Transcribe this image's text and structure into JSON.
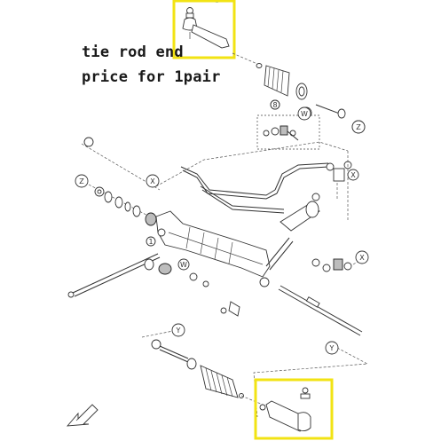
{
  "caption": {
    "line1": "tie rod end",
    "line2": "price for 1pair"
  },
  "reference_labels": {
    "x": "X",
    "y": "Y",
    "z": "Z",
    "w": "W",
    "eight": "8",
    "one": "1"
  },
  "colors": {
    "highlight": "#f2e313",
    "line": "#333333",
    "background": "#ffffff"
  }
}
